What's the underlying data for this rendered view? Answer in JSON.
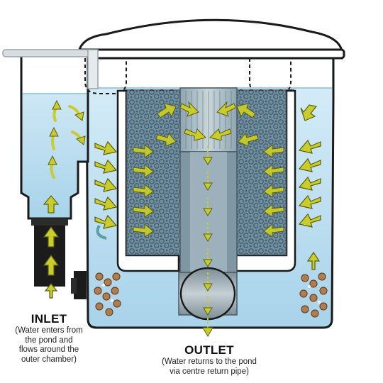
{
  "inlet": {
    "title": "INLET",
    "lines": [
      "(Water enters from",
      "the pond and",
      "flows around the",
      "outer chamber)"
    ]
  },
  "outlet": {
    "title": "OUTLET",
    "lines": [
      "(Water returns to the pond",
      "via centre return pipe)"
    ]
  },
  "colors": {
    "water": "#bfe0f0",
    "water_deep": "#9fcde6",
    "outline": "#1a1a1a",
    "arrow_fill": "#c9cc2a",
    "arrow_stroke": "#5a5f10",
    "media": "#3a4a55",
    "core_pipe": "#8aa2b0",
    "inlet_fitting": "#1b1b1b"
  },
  "icons": [
    "flow-arrow-icon",
    "filter-media-icon",
    "gravel-icon"
  ]
}
